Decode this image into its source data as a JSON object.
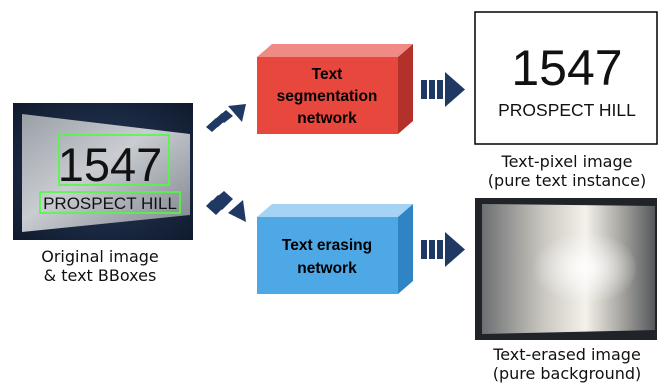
{
  "input": {
    "caption_line1": "Original image",
    "caption_line2": "& text BBoxes",
    "sign_number": "1547",
    "sign_street": "PROSPECT HILL"
  },
  "blocks": {
    "segmentation": {
      "line1": "Text",
      "line2": "segmentation",
      "line3": "network",
      "color": "#e8473d"
    },
    "erasing": {
      "line1": "Text erasing",
      "line2": "network",
      "color": "#4ea8e6"
    }
  },
  "outputs": {
    "text_pixel": {
      "number": "1547",
      "street": "PROSPECT HILL",
      "caption_line1": "Text-pixel image",
      "caption_line2": "(pure text instance)"
    },
    "text_erased": {
      "caption_line1": "Text-erased image",
      "caption_line2": "(pure background)"
    }
  },
  "colors": {
    "arrow": "#1f3864",
    "bbox": "#4cff3c"
  }
}
